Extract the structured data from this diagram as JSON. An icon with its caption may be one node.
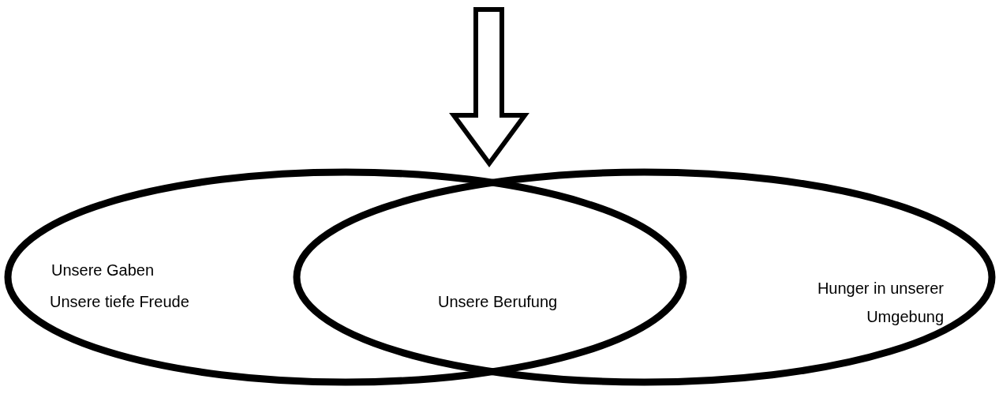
{
  "diagram": {
    "nodes": [
      {
        "text": [
          "Unsere Gaben",
          "Unsere tiefe Freude"
        ]
      },
      {
        "text": [
          "Hunger in unserer Umgebung"
        ]
      }
    ],
    "labels": [
      "Unsere Berufung"
    ]
  }
}
